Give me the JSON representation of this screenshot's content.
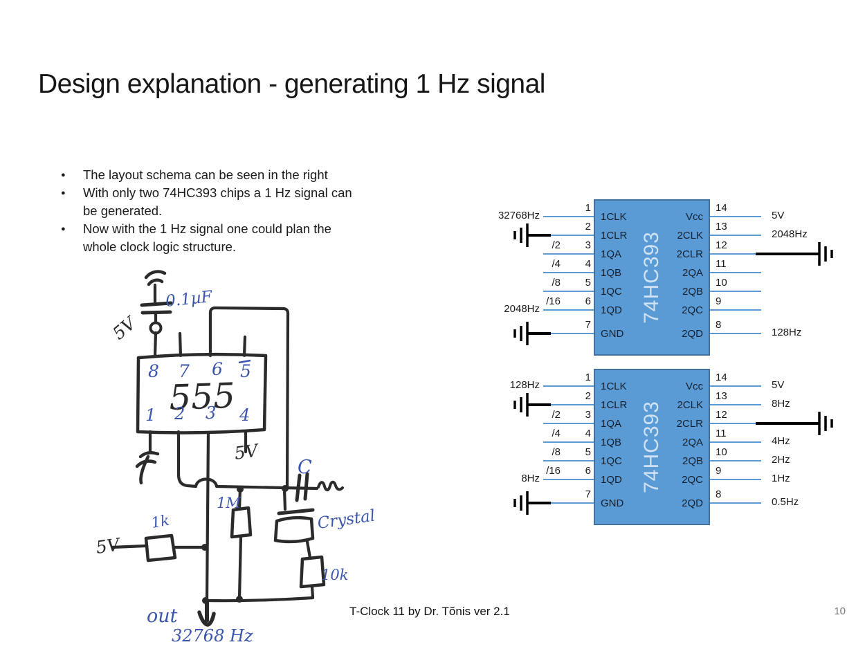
{
  "slide": {
    "title": "Design explanation - generating 1 Hz signal",
    "footer": "T-Clock 11 by Dr. Tõnis ver 2.1",
    "page_number": "10",
    "bullet_marker": "●"
  },
  "bullets": [
    "The layout schema can be seen in the right",
    "With only two 74HC393 chips a 1 Hz signal can\nbe generated.",
    "Now with the 1 Hz signal one could plan the\nwhole clock logic structure."
  ],
  "colors": {
    "chip_fill": "#5b9bd5",
    "chip_border": "#41719c",
    "pin_line": "#5b9bd5",
    "chip_label_text": "#cfe2f4",
    "ink_blue": "#3b55ad",
    "ink_black": "#2b2b2b"
  },
  "chips": [
    {
      "name": "74HC393",
      "left_pins": [
        {
          "num": "1",
          "label": "1CLK",
          "ext": "32768Hz"
        },
        {
          "num": "2",
          "label": "1CLR",
          "gnd": true
        },
        {
          "num": "3",
          "label": "1QA",
          "div": "/2"
        },
        {
          "num": "4",
          "label": "1QB",
          "div": "/4"
        },
        {
          "num": "5",
          "label": "1QC",
          "div": "/8"
        },
        {
          "num": "6",
          "label": "1QD",
          "div": "/16",
          "ext": "2048Hz"
        },
        {
          "num": "7",
          "label": "GND",
          "gnd": true
        }
      ],
      "right_pins": [
        {
          "num": "14",
          "label": "Vcc",
          "ext": "5V"
        },
        {
          "num": "13",
          "label": "2CLK",
          "ext": "2048Hz"
        },
        {
          "num": "12",
          "label": "2CLR",
          "gnd": true
        },
        {
          "num": "11",
          "label": "2QA"
        },
        {
          "num": "10",
          "label": "2QB"
        },
        {
          "num": "9",
          "label": "2QC"
        },
        {
          "num": "8",
          "label": "2QD",
          "ext": "128Hz"
        }
      ]
    },
    {
      "name": "74HC393",
      "left_pins": [
        {
          "num": "1",
          "label": "1CLK",
          "ext": "128Hz"
        },
        {
          "num": "2",
          "label": "1CLR",
          "gnd": true
        },
        {
          "num": "3",
          "label": "1QA",
          "div": "/2"
        },
        {
          "num": "4",
          "label": "1QB",
          "div": "/4"
        },
        {
          "num": "5",
          "label": "1QC",
          "div": "/8"
        },
        {
          "num": "6",
          "label": "1QD",
          "div": "/16",
          "ext": "8Hz"
        },
        {
          "num": "7",
          "label": "GND",
          "gnd": true
        }
      ],
      "right_pins": [
        {
          "num": "14",
          "label": "Vcc",
          "ext": "5V"
        },
        {
          "num": "13",
          "label": "2CLK",
          "ext": "8Hz"
        },
        {
          "num": "12",
          "label": "2CLR",
          "gnd": true
        },
        {
          "num": "11",
          "label": "2QA",
          "ext": "4Hz"
        },
        {
          "num": "10",
          "label": "2QB",
          "ext": "2Hz"
        },
        {
          "num": "9",
          "label": "2QC",
          "ext": "1Hz"
        },
        {
          "num": "8",
          "label": "2QD",
          "ext": "0.5Hz"
        }
      ]
    }
  ],
  "sketch": {
    "cap_value": "0.1µF",
    "supply_top": "5V",
    "chip_label": "555",
    "top_pins": [
      "8",
      "7",
      "6",
      "5"
    ],
    "bottom_pins": [
      "1",
      "2",
      "3",
      "4"
    ],
    "supply_pin4": "5V",
    "cap_c_label": "C",
    "crystal_label": "Crystal",
    "r_1m": "1M",
    "r_1k": "1k",
    "r_10k": "10k",
    "supply_1k": "5V",
    "out_label": "out",
    "out_freq": "32768 Hz"
  }
}
